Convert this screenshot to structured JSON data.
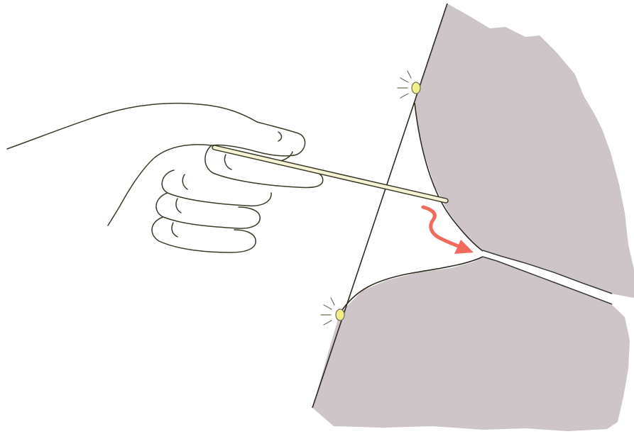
{
  "colors": {
    "background": "#ffffff",
    "material": "#cdc5c8",
    "outline": "#2b2b1e",
    "crack_gap": "#ffffff",
    "crack_edge": "#3a3a3a",
    "arrow": "#f26a5e",
    "sensor": "#f2ee8a",
    "sensor_rays": "#6e6e5c"
  },
  "icons": {
    "hand": "pointing-hand-icon",
    "probe": "probe-rod",
    "arrow": "curved-arrow-icon",
    "sensor": "light-sensor-icon"
  },
  "sensor_count": 2,
  "material_blocks": 2
}
